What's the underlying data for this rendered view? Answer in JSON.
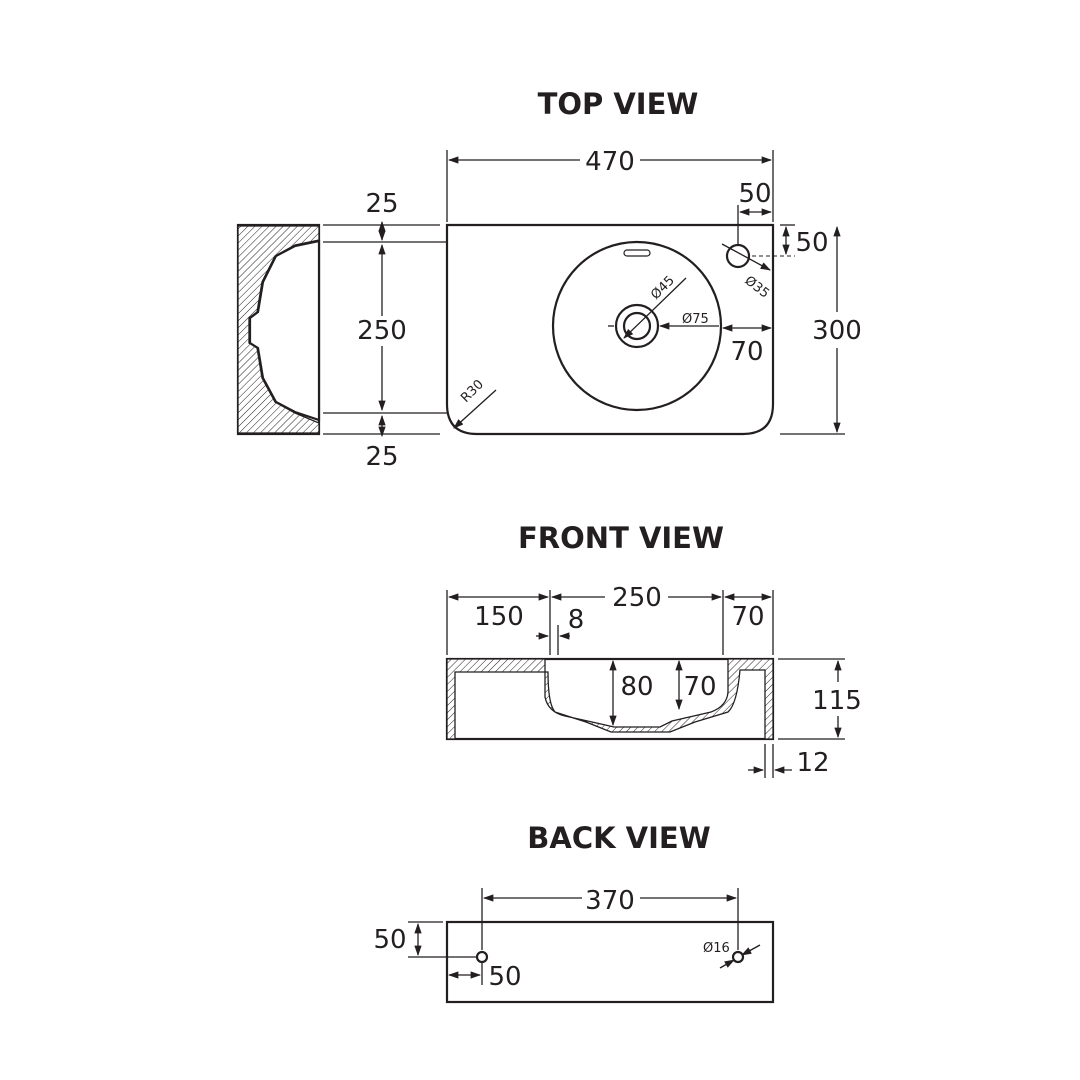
{
  "views": {
    "top": {
      "title": "TOP VIEW",
      "overall_width": "470",
      "tap_hole_offset_x": "50",
      "tap_hole_offset_y": "50",
      "tap_hole_diameter": "Ø35",
      "overall_depth": "300",
      "bowl_diameter": "Ø75",
      "waste_diameter": "Ø45",
      "bowl_edge_offset": "70",
      "corner_radius": "R30",
      "section_rim_top": "25",
      "section_inner": "250",
      "section_rim_bottom": "25"
    },
    "front": {
      "title": "FRONT VIEW",
      "left_ledge": "150",
      "bowl_width": "250",
      "right_ledge": "70",
      "wall_thickness": "8",
      "bowl_depth_center": "80",
      "bowl_depth_side": "70",
      "overall_height": "115",
      "side_wall": "12"
    },
    "back": {
      "title": "BACK VIEW",
      "hole_spacing": "370",
      "hole_height": "50",
      "hole_offset": "50",
      "hole_diameter": "Ø16"
    }
  },
  "colors": {
    "line": "#231f20",
    "background": "#ffffff"
  }
}
